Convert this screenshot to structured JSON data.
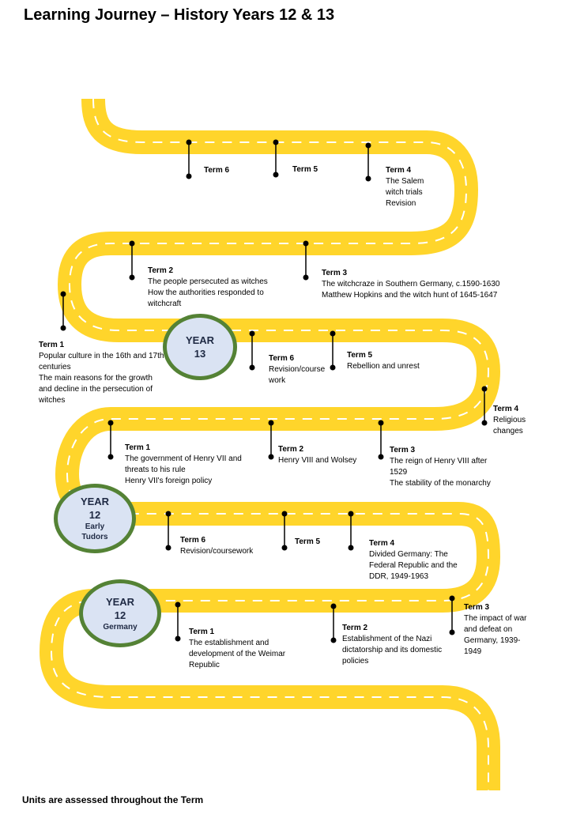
{
  "title": "Learning Journey – History Years 12 & 13",
  "footer": "Units are assessed throughout the Term",
  "road": {
    "road_color": "#ffd52b",
    "dash_color": "#ffffff",
    "marker_color": "#000000"
  },
  "year_badges": [
    {
      "line1": "YEAR",
      "line2": "13",
      "line3": ""
    },
    {
      "line1": "YEAR",
      "line2": "12",
      "line3": "Early Tudors"
    },
    {
      "line1": "YEAR",
      "line2": "12",
      "line3": "Germany"
    }
  ],
  "terms": [
    {
      "term": "Term 6",
      "desc": ""
    },
    {
      "term": "Term 5",
      "desc": ""
    },
    {
      "term": "Term 4",
      "desc": "The Salem\nwitch trials\nRevision"
    },
    {
      "term": "Term 3",
      "desc": "The witchcraze in Southern Germany, c.1590-1630\nMatthew Hopkins and the witch hunt of 1645-1647"
    },
    {
      "term": "Term 2",
      "desc": "The people persecuted as witches\nHow the authorities responded to witchcraft"
    },
    {
      "term": "Term 1",
      "desc": "Popular culture in the 16th and 17th centuries\nThe main reasons for the growth and decline in the persecution of witches"
    },
    {
      "term": "Term 6",
      "desc": "Revision/course work"
    },
    {
      "term": "Term 5",
      "desc": "Rebellion and unrest"
    },
    {
      "term": "Term 4",
      "desc": "Religious\nchanges"
    },
    {
      "term": "Term 3",
      "desc": "The reign of Henry VIII after 1529\nThe stability of the monarchy"
    },
    {
      "term": "Term 2",
      "desc": "Henry VIII and Wolsey"
    },
    {
      "term": "Term 1",
      "desc": "The government of Henry VII and threats to his rule\nHenry VII's foreign policy"
    },
    {
      "term": "Term 6",
      "desc": "Revision/coursework"
    },
    {
      "term": "Term 5",
      "desc": ""
    },
    {
      "term": "Term 4",
      "desc": "Divided Germany: The Federal Republic and the DDR, 1949-1963"
    },
    {
      "term": "Term 3",
      "desc": "The impact of war and defeat on Germany, 1939-1949"
    },
    {
      "term": "Term 2",
      "desc": "Establishment of the Nazi dictatorship and its domestic policies"
    },
    {
      "term": "Term 1",
      "desc": "The establishment and development of the Weimar Republic"
    }
  ]
}
